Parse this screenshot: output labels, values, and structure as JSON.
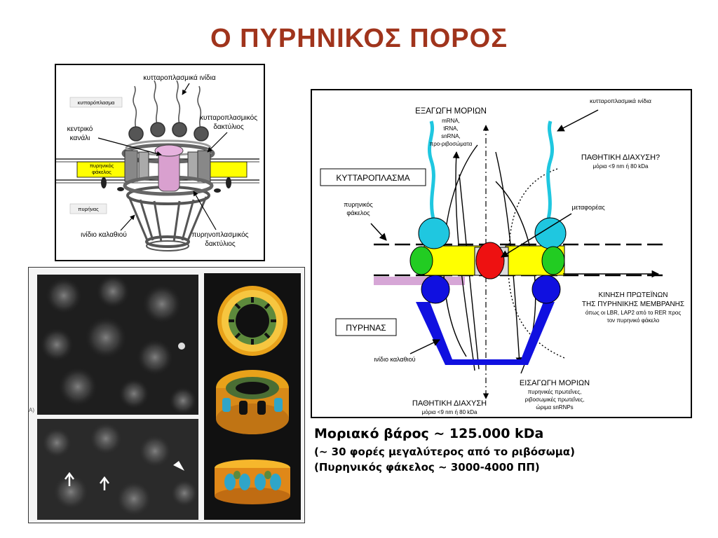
{
  "page": {
    "title": "Ο ΠΥΡΗΝΙΚΟΣ ΠΟΡΟΣ"
  },
  "left_diagram": {
    "cytoplasmic_fibrils": "κυτταροπλασμικά ινίδια",
    "cytoplasm_box": "κυτταρόπλασμα",
    "cytoplasmic_ring": [
      "κυτταροπλασμικός",
      "δακτύλιος"
    ],
    "central_channel": [
      "κεντρικό",
      "κανάλι"
    ],
    "nuclear_envelope": [
      "πυρηνικός",
      "φάκελος"
    ],
    "nucleus_box": "πυρήνας",
    "basket_fibril": "ινίδιο καλαθιού",
    "nucleoplasmic_ring": [
      "πυρηνοπλασμικός",
      "δακτύλιος"
    ]
  },
  "right_diagram": {
    "export_title": "ΕΞΑΓΩΓΗ ΜΟΡΙΩΝ",
    "export_items": [
      "mRNA,",
      "tRNA,",
      "snRNA,",
      "προ-ριβοσώματα"
    ],
    "cytoplasmic_fibrils": "κυτταροπλασμικά ινίδια",
    "passive_diffusion_top": "ΠΑΘΗΤΙΚΗ ΔΙΑΧΥΣΗ?",
    "passive_diffusion_top_sub": "μόρια <9 nm ή 80 kDa",
    "cytoplasm_label": "ΚΥΤΤΑΡΟΠΛΑΣΜΑ",
    "nuclear_envelope": [
      "πυρηνικός",
      "φάκελος"
    ],
    "transporters": "μεταφορέας",
    "membrane_movement": [
      "ΚΙΝΗΣΗ ΠΡΩΤΕΪΝΩΝ",
      "ΤΗΣ ΠΥΡΗΝΙΚΗΣ ΜΕΜΒΡΑΝΗΣ",
      "όπως οι LBR, LAP2 από το RER προς",
      "τον πυρηνικό φάκελο"
    ],
    "nucleus_label": "ΠΥΡΗΝΑΣ",
    "basket_fibril": "ινίδιο καλαθιού",
    "import_title": "ΕΙΣΑΓΩΓΗ ΜΟΡΙΩΝ",
    "import_items": [
      "πυρηνικές πρωτεΐνες,",
      "ριβοσωμικές πρωτεΐνες,",
      "ώριμα snRNPs"
    ],
    "passive_diffusion_bottom": "ΠΑΘΗΤΙΚΗ ΔΙΑΧΥΣΗ",
    "passive_diffusion_bottom_sub": "μόρια <9 nm ή 80 kDa"
  },
  "micrograph": {
    "side_letter": "A)"
  },
  "info": {
    "line1": "Μοριακό βάρος ~ 125.000 kDa",
    "line2": "(~ 30 φορές μεγαλύτερος από το ριβόσωμα)",
    "line3": "(Πυρηνικός φάκελος ~ 3000-4000 ΠΠ)"
  },
  "colors": {
    "title": "#a0341c",
    "cyan": "#1fc7e0",
    "nuclear_yellow": "#ffff00",
    "transporter_red": "#ee1111",
    "green": "#22cc22",
    "blue": "#1010e0",
    "membrane_pink": "#d6a6d6"
  }
}
